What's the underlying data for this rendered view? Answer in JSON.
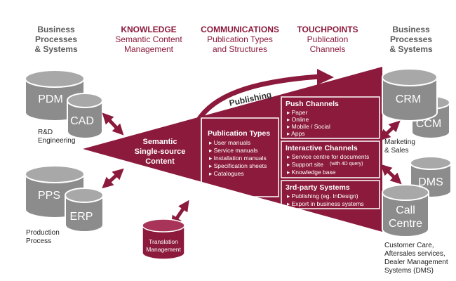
{
  "headers": {
    "left": [
      "Business",
      "Processes",
      "& Systems"
    ],
    "knowledge_title": "KNOWLEDGE",
    "knowledge_sub": [
      "Semantic Content",
      "Management"
    ],
    "communications_title": "COMMUNICATIONS",
    "communications_sub": [
      "Publication Types",
      "and Structures"
    ],
    "touchpoints_title": "TOUCHPOINTS",
    "touchpoints_sub": [
      "Publication",
      "Channels"
    ],
    "right": [
      "Business",
      "Processes",
      "& Systems"
    ]
  },
  "left_systems": {
    "pdm": "PDM",
    "cad": "CAD",
    "rd_label": [
      "R&D",
      "Engineering"
    ],
    "pps": "PPS",
    "erp": "ERP",
    "production_label": [
      "Production",
      "Process"
    ]
  },
  "core": {
    "content": [
      "Semantic",
      "Single-source",
      "Content"
    ],
    "publishing": "Publishing",
    "translation": [
      "Translation",
      "Management"
    ]
  },
  "publication_types": {
    "title": "Publication Types",
    "items": [
      "User manuals",
      "Service manuals",
      "Installation manuals",
      "Specification sheets",
      "Catalogues"
    ]
  },
  "push_channels": {
    "title": "Push Channels",
    "items": [
      "Paper",
      "Online",
      "Mobile / Social",
      "Apps"
    ]
  },
  "interactive_channels": {
    "title": "Interactive Channels",
    "items": [
      "Service centre for documents",
      "Support site",
      "Knowledge base"
    ],
    "note": "(with 4D query)"
  },
  "third_party": {
    "title": "3rd-party Systems",
    "items": [
      "Publishing (eg. InDesign)",
      "Export in business systems"
    ]
  },
  "right_systems": {
    "crm": "CRM",
    "ccm": "CCM",
    "marketing_label": [
      "Marketing",
      "& Sales"
    ],
    "dms": "DMS",
    "call_centre": [
      "Call",
      "Centre"
    ],
    "customer_label": [
      "Customer Care,",
      "Aftersales services,",
      "Dealer Management",
      "Systems (DMS)"
    ]
  },
  "colors": {
    "maroon": "#8b1a3c",
    "gray_cylinder": "#8c8c8c",
    "header_gray": "#5a5a5a"
  }
}
